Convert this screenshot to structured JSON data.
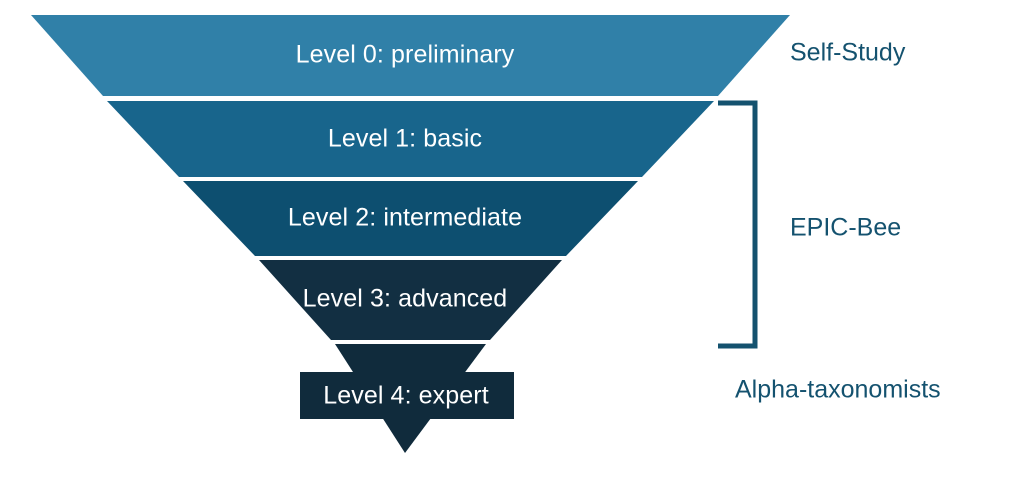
{
  "diagram": {
    "type": "inverted-funnel",
    "title": "",
    "levels": [
      {
        "id": "level-0",
        "label": "Level 0: preliminary",
        "color": "#3080a8",
        "text_color": "#ffffff"
      },
      {
        "id": "level-1",
        "label": "Level 1: basic",
        "color": "#18658c",
        "text_color": "#ffffff"
      },
      {
        "id": "level-2",
        "label": "Level 2: intermediate",
        "color": "#0d4f70",
        "text_color": "#ffffff"
      },
      {
        "id": "level-3",
        "label": "Level 3: advanced",
        "color": "#122f42",
        "text_color": "#ffffff"
      },
      {
        "id": "level-4",
        "label": "Level 4: expert",
        "color": "#102b3c",
        "text_color": "#ffffff"
      }
    ],
    "annotations": [
      {
        "id": "self-study",
        "label": "Self-Study",
        "color": "#14526f",
        "covers": [
          "Level 0: preliminary"
        ]
      },
      {
        "id": "epic-bee",
        "label": "EPIC-Bee",
        "color": "#14526f",
        "covers": [
          "Level 1: basic",
          "Level 2: intermediate",
          "Level 3: advanced"
        ],
        "bracket": true
      },
      {
        "id": "alpha-taxonomists",
        "label": "Alpha-taxonomists",
        "color": "#14526f",
        "covers": [
          "Level 4: expert"
        ]
      }
    ],
    "colors": {
      "background": "#ffffff",
      "separator": "#ffffff",
      "bracket": "#14526f",
      "label_text": "#14526f",
      "funnel_text": "#ffffff"
    }
  }
}
